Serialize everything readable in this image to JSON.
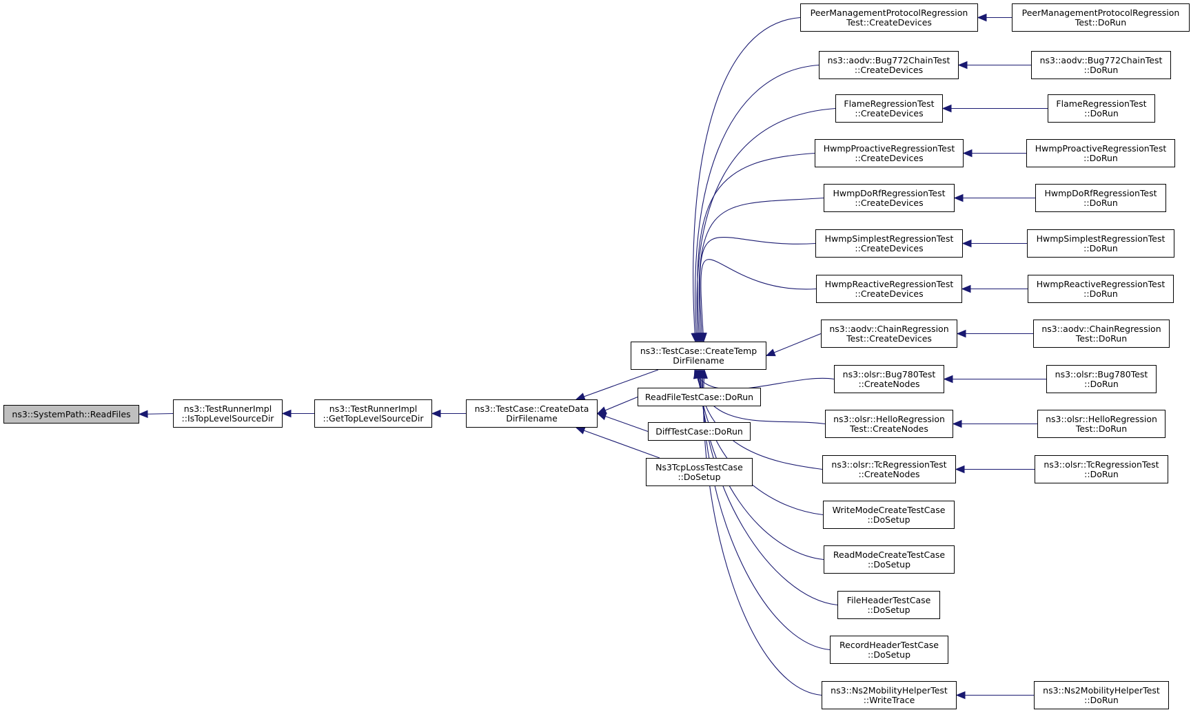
{
  "diagram": {
    "edge_color": "#191970",
    "root_fill": "#bfbfbf",
    "nodes": {
      "readfiles": {
        "lines": [
          "ns3::SystemPath::ReadFiles"
        ]
      },
      "istoplevel": {
        "lines": [
          "ns3::TestRunnerImpl",
          "::IsTopLevelSourceDir"
        ]
      },
      "gettoplevel": {
        "lines": [
          "ns3::TestRunnerImpl",
          "::GetTopLevelSourceDir"
        ]
      },
      "createdata": {
        "lines": [
          "ns3::TestCase::CreateData",
          "DirFilename"
        ]
      },
      "createtemp": {
        "lines": [
          "ns3::TestCase::CreateTemp",
          "DirFilename"
        ]
      },
      "readfiletc": {
        "lines": [
          "ReadFileTestCase::DoRun"
        ]
      },
      "difftc": {
        "lines": [
          "DiffTestCase::DoRun"
        ]
      },
      "tcploss": {
        "lines": [
          "Ns3TcpLossTestCase",
          "::DoSetup"
        ]
      },
      "pmp_cd": {
        "lines": [
          "PeerManagementProtocolRegression",
          "Test::CreateDevices"
        ]
      },
      "bug772_cd": {
        "lines": [
          "ns3::aodv::Bug772ChainTest",
          "::CreateDevices"
        ]
      },
      "flame_cd": {
        "lines": [
          "FlameRegressionTest",
          "::CreateDevices"
        ]
      },
      "hwmppro_cd": {
        "lines": [
          "HwmpProactiveRegressionTest",
          "::CreateDevices"
        ]
      },
      "hwmpdorf_cd": {
        "lines": [
          "HwmpDoRfRegressionTest",
          "::CreateDevices"
        ]
      },
      "hwmpsimp_cd": {
        "lines": [
          "HwmpSimplestRegressionTest",
          "::CreateDevices"
        ]
      },
      "hwmpreac_cd": {
        "lines": [
          "HwmpReactiveRegressionTest",
          "::CreateDevices"
        ]
      },
      "aodvchain_cd": {
        "lines": [
          "ns3::aodv::ChainRegression",
          "Test::CreateDevices"
        ]
      },
      "bug780_cn": {
        "lines": [
          "ns3::olsr::Bug780Test",
          "::CreateNodes"
        ]
      },
      "hello_cn": {
        "lines": [
          "ns3::olsr::HelloRegression",
          "Test::CreateNodes"
        ]
      },
      "tcreg_cn": {
        "lines": [
          "ns3::olsr::TcRegressionTest",
          "::CreateNodes"
        ]
      },
      "writemode": {
        "lines": [
          "WriteModeCreateTestCase",
          "::DoSetup"
        ]
      },
      "readmode": {
        "lines": [
          "ReadModeCreateTestCase",
          "::DoSetup"
        ]
      },
      "filehdr": {
        "lines": [
          "FileHeaderTestCase",
          "::DoSetup"
        ]
      },
      "rechdr": {
        "lines": [
          "RecordHeaderTestCase",
          "::DoSetup"
        ]
      },
      "ns2mob_wt": {
        "lines": [
          "ns3::Ns2MobilityHelperTest",
          "::WriteTrace"
        ]
      },
      "pmp_dr": {
        "lines": [
          "PeerManagementProtocolRegression",
          "Test::DoRun"
        ]
      },
      "bug772_dr": {
        "lines": [
          "ns3::aodv::Bug772ChainTest",
          "::DoRun"
        ]
      },
      "flame_dr": {
        "lines": [
          "FlameRegressionTest",
          "::DoRun"
        ]
      },
      "hwmppro_dr": {
        "lines": [
          "HwmpProactiveRegressionTest",
          "::DoRun"
        ]
      },
      "hwmpdorf_dr": {
        "lines": [
          "HwmpDoRfRegressionTest",
          "::DoRun"
        ]
      },
      "hwmpsimp_dr": {
        "lines": [
          "HwmpSimplestRegressionTest",
          "::DoRun"
        ]
      },
      "hwmpreac_dr": {
        "lines": [
          "HwmpReactiveRegressionTest",
          "::DoRun"
        ]
      },
      "aodvchain_dr": {
        "lines": [
          "ns3::aodv::ChainRegression",
          "Test::DoRun"
        ]
      },
      "bug780_dr": {
        "lines": [
          "ns3::olsr::Bug780Test",
          "::DoRun"
        ]
      },
      "hello_dr": {
        "lines": [
          "ns3::olsr::HelloRegression",
          "Test::DoRun"
        ]
      },
      "tcreg_dr": {
        "lines": [
          "ns3::olsr::TcRegressionTest",
          "::DoRun"
        ]
      },
      "ns2mob_dr": {
        "lines": [
          "ns3::Ns2MobilityHelperTest",
          "::DoRun"
        ]
      }
    },
    "edges": [
      [
        "istoplevel",
        "readfiles"
      ],
      [
        "gettoplevel",
        "istoplevel"
      ],
      [
        "createdata",
        "gettoplevel"
      ],
      [
        "createtemp",
        "createdata"
      ],
      [
        "readfiletc",
        "createdata"
      ],
      [
        "difftc",
        "createdata"
      ],
      [
        "tcploss",
        "createdata"
      ],
      [
        "pmp_cd",
        "createtemp"
      ],
      [
        "bug772_cd",
        "createtemp"
      ],
      [
        "flame_cd",
        "createtemp"
      ],
      [
        "hwmppro_cd",
        "createtemp"
      ],
      [
        "hwmpdorf_cd",
        "createtemp"
      ],
      [
        "hwmpsimp_cd",
        "createtemp"
      ],
      [
        "hwmpreac_cd",
        "createtemp"
      ],
      [
        "aodvchain_cd",
        "createtemp"
      ],
      [
        "bug780_cn",
        "createtemp"
      ],
      [
        "hello_cn",
        "createtemp"
      ],
      [
        "tcreg_cn",
        "createtemp"
      ],
      [
        "writemode",
        "createtemp"
      ],
      [
        "readmode",
        "createtemp"
      ],
      [
        "filehdr",
        "createtemp"
      ],
      [
        "rechdr",
        "createtemp"
      ],
      [
        "ns2mob_wt",
        "createtemp"
      ],
      [
        "pmp_dr",
        "pmp_cd"
      ],
      [
        "bug772_dr",
        "bug772_cd"
      ],
      [
        "flame_dr",
        "flame_cd"
      ],
      [
        "hwmppro_dr",
        "hwmppro_cd"
      ],
      [
        "hwmpdorf_dr",
        "hwmpdorf_cd"
      ],
      [
        "hwmpsimp_dr",
        "hwmpsimp_cd"
      ],
      [
        "hwmpreac_dr",
        "hwmpreac_cd"
      ],
      [
        "aodvchain_dr",
        "aodvchain_cd"
      ],
      [
        "bug780_dr",
        "bug780_cn"
      ],
      [
        "hello_dr",
        "hello_cn"
      ],
      [
        "tcreg_dr",
        "tcreg_cn"
      ],
      [
        "ns2mob_dr",
        "ns2mob_wt"
      ]
    ]
  }
}
